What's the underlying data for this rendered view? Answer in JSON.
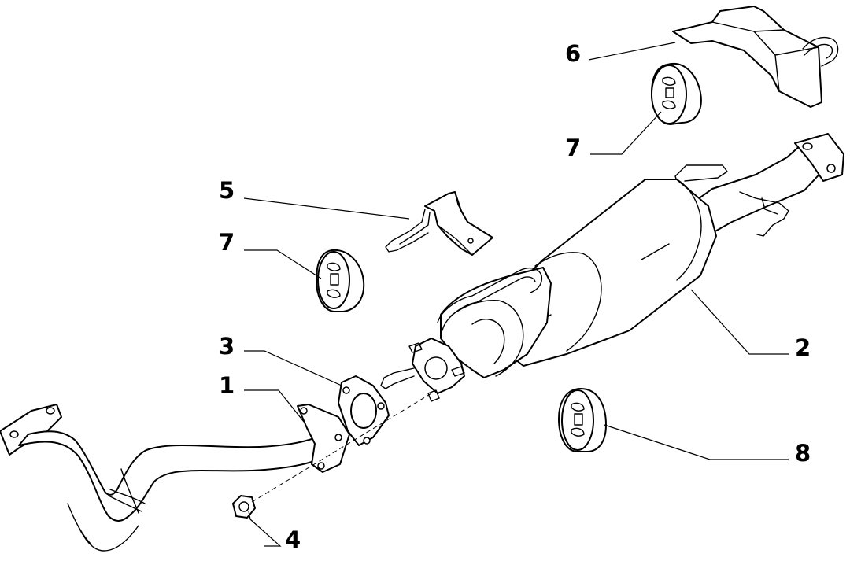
{
  "callouts": {
    "n1": "1",
    "n2": "2",
    "n3": "3",
    "n4": "4",
    "n5": "5",
    "n6": "6",
    "n7a": "7",
    "n7b": "7",
    "n8": "8"
  }
}
